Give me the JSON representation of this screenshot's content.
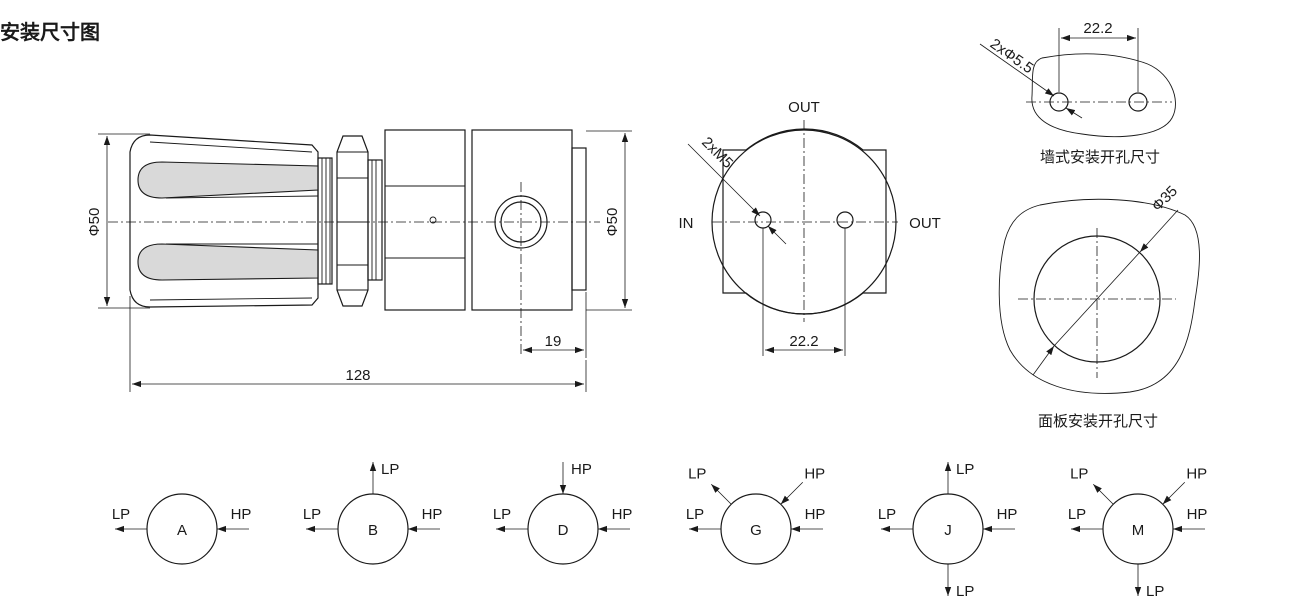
{
  "title": "安装尺寸图",
  "dims": {
    "side_diameter_left": "Φ50",
    "side_diameter_right": "Φ50",
    "total_length": "128",
    "port_offset": "19",
    "front_spacing": "22.2",
    "front_thread": "2xM5",
    "wall_spacing": "22.2",
    "wall_holes": "2xΦ5.5",
    "panel_hole": "Φ35"
  },
  "front_ports": {
    "top": "OUT",
    "left": "IN",
    "right": "OUT"
  },
  "captions": {
    "wall": "墙式安装开孔尺寸",
    "panel": "面板安装开孔尺寸"
  },
  "port_configs": [
    {
      "letter": "A",
      "left": "LP",
      "right": "HP",
      "top": "",
      "bottom": "",
      "top_dir": "",
      "bottom_dir": "",
      "ul": "",
      "ur": ""
    },
    {
      "letter": "B",
      "left": "LP",
      "right": "HP",
      "top": "LP",
      "bottom": "",
      "top_dir": "out",
      "bottom_dir": "",
      "ul": "",
      "ur": ""
    },
    {
      "letter": "D",
      "left": "LP",
      "right": "HP",
      "top": "HP",
      "bottom": "",
      "top_dir": "in",
      "bottom_dir": "",
      "ul": "",
      "ur": ""
    },
    {
      "letter": "G",
      "left": "LP",
      "right": "HP",
      "top": "",
      "bottom": "",
      "top_dir": "",
      "bottom_dir": "",
      "ul": "LP",
      "ur": "HP"
    },
    {
      "letter": "J",
      "left": "LP",
      "right": "HP",
      "top": "LP",
      "bottom": "LP",
      "top_dir": "out",
      "bottom_dir": "out",
      "ul": "",
      "ur": ""
    },
    {
      "letter": "M",
      "left": "LP",
      "right": "HP",
      "top": "",
      "bottom": "LP",
      "top_dir": "",
      "bottom_dir": "out",
      "ul": "LP",
      "ur": "HP"
    }
  ]
}
